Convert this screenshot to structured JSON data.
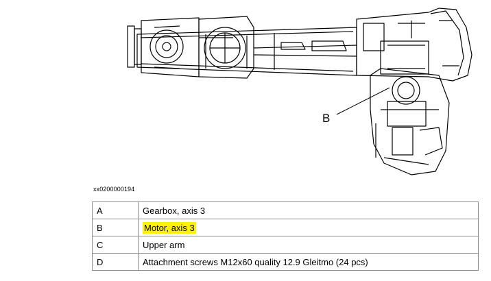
{
  "figure": {
    "callout_label": "B",
    "figure_id": "xx0200000194",
    "line_color": "#000000"
  },
  "legend": {
    "rows": [
      {
        "key": "A",
        "description": "Gearbox, axis 3",
        "highlighted": false
      },
      {
        "key": "B",
        "description": "Motor, axis 3",
        "highlighted": true
      },
      {
        "key": "C",
        "description": "Upper arm",
        "highlighted": false
      },
      {
        "key": "D",
        "description": "Attachment screws M12x60 quality 12.9 Gleitmo (24 pcs)",
        "highlighted": false
      }
    ],
    "highlight_color": "#fff200"
  }
}
